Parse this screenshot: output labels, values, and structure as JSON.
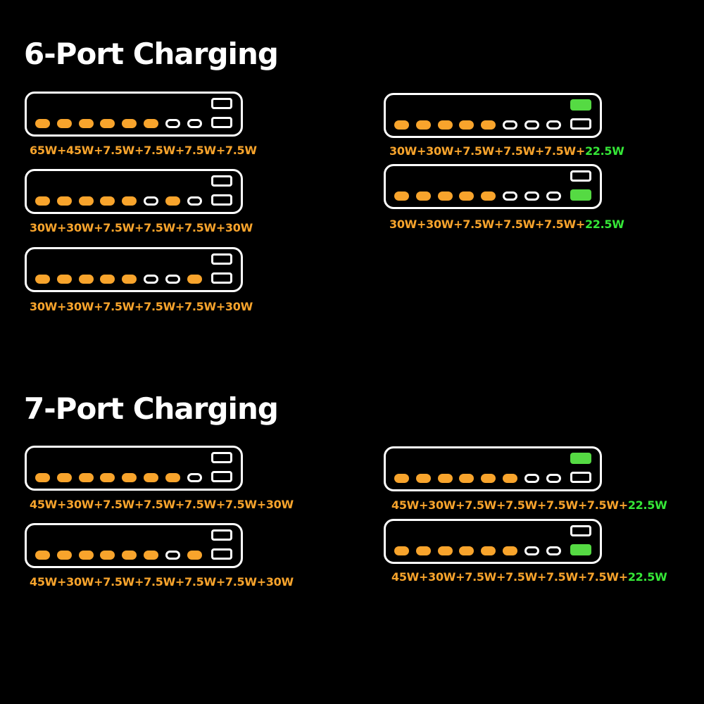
{
  "page": {
    "background": "#000000"
  },
  "colors": {
    "title_text": "#FFFFFF",
    "device_outline": "#FFFFFF",
    "usb_port_active": "#F8A42C",
    "usb_port_inactive_outline": "#FFFFFF",
    "ac_outlet_active_green": "#55DA43",
    "label_orange": "#F8A42C",
    "label_green": "#35E637"
  },
  "sections": [
    {
      "title": "6-Port Charging",
      "devices": [
        {
          "ports": [
            "active",
            "active",
            "active",
            "active",
            "active",
            "active",
            "inactive",
            "inactive"
          ],
          "outlets": [
            "outline",
            "outline"
          ],
          "label_main": "65W+45W+7.5W+7.5W+7.5W+7.5W",
          "label_highlight": ""
        },
        {
          "ports": [
            "active",
            "active",
            "active",
            "active",
            "active",
            "inactive",
            "active",
            "inactive"
          ],
          "outlets": [
            "outline",
            "outline"
          ],
          "label_main": "30W+30W+7.5W+7.5W+7.5W+30W",
          "label_highlight": ""
        },
        {
          "ports": [
            "active",
            "active",
            "active",
            "active",
            "active",
            "inactive",
            "inactive",
            "active"
          ],
          "outlets": [
            "outline",
            "outline"
          ],
          "label_main": "30W+30W+7.5W+7.5W+7.5W+30W",
          "label_highlight": ""
        },
        {
          "ports": [
            "active",
            "active",
            "active",
            "active",
            "active",
            "inactive",
            "inactive",
            "inactive"
          ],
          "outlets": [
            "green",
            "outline"
          ],
          "label_main": "30W+30W+7.5W+7.5W+7.5W+",
          "label_highlight": "22.5W"
        },
        {
          "ports": [
            "active",
            "active",
            "active",
            "active",
            "active",
            "inactive",
            "inactive",
            "inactive"
          ],
          "outlets": [
            "outline",
            "green"
          ],
          "label_main": "30W+30W+7.5W+7.5W+7.5W+",
          "label_highlight": "22.5W"
        }
      ]
    },
    {
      "title": "7-Port Charging",
      "devices": [
        {
          "ports": [
            "active",
            "active",
            "active",
            "active",
            "active",
            "active",
            "active",
            "inactive"
          ],
          "outlets": [
            "outline",
            "outline"
          ],
          "label_main": "45W+30W+7.5W+7.5W+7.5W+7.5W+30W",
          "label_highlight": ""
        },
        {
          "ports": [
            "active",
            "active",
            "active",
            "active",
            "active",
            "active",
            "inactive",
            "active"
          ],
          "outlets": [
            "outline",
            "outline"
          ],
          "label_main": "45W+30W+7.5W+7.5W+7.5W+7.5W+30W",
          "label_highlight": ""
        },
        {
          "ports": [
            "active",
            "active",
            "active",
            "active",
            "active",
            "active",
            "inactive",
            "inactive"
          ],
          "outlets": [
            "green",
            "outline"
          ],
          "label_main": "45W+30W+7.5W+7.5W+7.5W+7.5W+",
          "label_highlight": "22.5W"
        },
        {
          "ports": [
            "active",
            "active",
            "active",
            "active",
            "active",
            "active",
            "inactive",
            "inactive"
          ],
          "outlets": [
            "outline",
            "green"
          ],
          "label_main": "45W+30W+7.5W+7.5W+7.5W+7.5W+",
          "label_highlight": "22.5W"
        }
      ]
    }
  ]
}
